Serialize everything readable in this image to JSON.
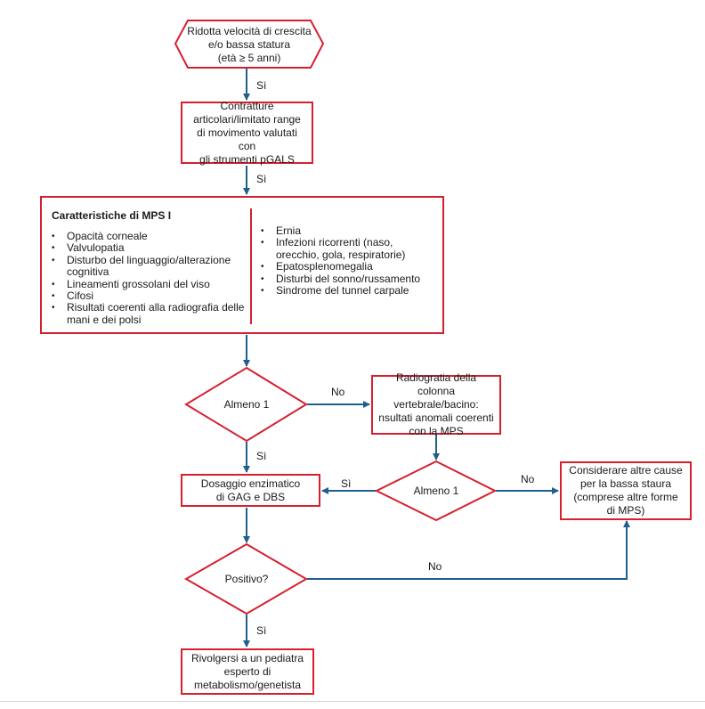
{
  "start": {
    "line1": "Ridotta velocità di crescita",
    "line2": "e/o bassa statura",
    "line3": "(età ≥ 5 anni)"
  },
  "contractures": {
    "line1": "Contratture",
    "line2": "articolari/limitato range",
    "line3": "di movimento valutati con",
    "line4": "gli strumenti pGALS"
  },
  "features": {
    "title": "Caratteristiche di MPS I",
    "left": [
      "Opacità corneale",
      "Valvulopatia",
      "Disturbo del linguaggio/alterazione cognitiva",
      "Lineamenti grossolani del viso",
      "Cifosi",
      "Risultati coerenti alla radiografia delle mani e dei polsi"
    ],
    "right": [
      "Ernia",
      "Infezioni ricorrenti (naso, orecchio, gola, respiratorie)",
      "Epatosplenomegalia",
      "Disturbi del sonno/russamento",
      "Sindrome del tunnel carpale"
    ]
  },
  "decision1": "Almeno 1",
  "xray": {
    "line1": "Radiogratia della colonna",
    "line2": "vertebrale/bacino:",
    "line3": "nsultati anomali coerenti",
    "line4": "con la MPS"
  },
  "decision2": "Almeno 1",
  "enzyme": {
    "line1": "Dosaggio enzimatico",
    "line2": "di GAG e DBS"
  },
  "other_causes": {
    "line1": "Considerare altre cause",
    "line2": "per la bassa staura",
    "line3": "(comprese altre forme",
    "line4": "di MPS)"
  },
  "decision3": "Positivo?",
  "refer": {
    "line1": "Rivolgersi a un pediatra",
    "line2": "esperto di",
    "line3": "metabolismo/genetista"
  },
  "edges": {
    "yes": "Sì",
    "no": "No"
  },
  "colors": {
    "border": "#d6202f",
    "arrow": "#1f5f8b"
  }
}
